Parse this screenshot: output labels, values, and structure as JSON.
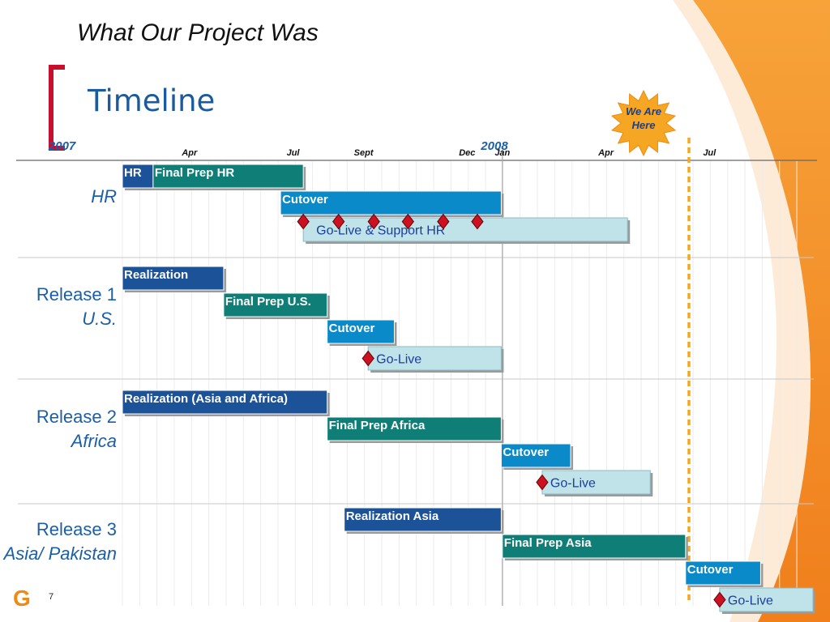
{
  "slide": {
    "title": "What Our Project Was",
    "subtitle": "Timeline",
    "page_number": "7",
    "logo_letter": "G",
    "accent_colors": {
      "orange": "#f28a1e",
      "bracket_red": "#c8102e",
      "title_blue": "#1b5a9c"
    }
  },
  "marker": {
    "label": "We Are\nHere",
    "position": "2008-06-13",
    "color": "#f5a623"
  },
  "rows": [
    {
      "id": "hr",
      "line1": "HR",
      "line2": ""
    },
    {
      "id": "release1",
      "line1": "Release 1",
      "line2": "U.S."
    },
    {
      "id": "release2",
      "line1": "Release 2",
      "line2": "Africa"
    },
    {
      "id": "release3",
      "line1": "Release 3",
      "line2": "Asia/ Pakistan"
    }
  ],
  "chart_data": {
    "type": "gantt",
    "title": "Timeline",
    "year_labels": [
      {
        "label": "2007",
        "date": "2006-12-10"
      },
      {
        "label": "2008",
        "date": "2007-12-25"
      }
    ],
    "month_labels": [
      {
        "label": "Apr",
        "date": "2007-04-01"
      },
      {
        "label": "Jul",
        "date": "2007-07-01"
      },
      {
        "label": "Sept",
        "date": "2007-09-01"
      },
      {
        "label": "Dec",
        "date": "2007-12-01"
      },
      {
        "label": "Jan",
        "date": "2008-01-01"
      },
      {
        "label": "Apr",
        "date": "2008-04-01"
      },
      {
        "label": "Jul",
        "date": "2008-07-01"
      }
    ],
    "x_range": [
      "2007-02-01",
      "2008-09-30"
    ],
    "year_boundary": "2008-01-01",
    "colors": {
      "darkblue": "#1c5298",
      "teal": "#0f7e77",
      "blue": "#0b8ac9",
      "light": "#bfe3e8",
      "diamond": "#cc1122"
    },
    "tasks": [
      {
        "row": "hr",
        "lane": 0,
        "label": "HR",
        "start": "2007-02-01",
        "end": "2007-02-28",
        "color": "darkblue"
      },
      {
        "row": "hr",
        "lane": 0,
        "label": "Final Prep HR",
        "start": "2007-02-28",
        "end": "2007-07-10",
        "color": "teal"
      },
      {
        "row": "hr",
        "lane": 1,
        "label": "Cutover",
        "start": "2007-06-20",
        "end": "2007-12-31",
        "color": "blue"
      },
      {
        "row": "hr",
        "lane": 2,
        "label": "Go-Live & Support HR",
        "start": "2007-07-10",
        "end": "2008-04-20",
        "color": "light"
      },
      {
        "row": "release1",
        "lane": 0,
        "label": "Realization",
        "start": "2007-02-01",
        "end": "2007-05-01",
        "color": "darkblue"
      },
      {
        "row": "release1",
        "lane": 1,
        "label": "Final Prep U.S.",
        "start": "2007-05-01",
        "end": "2007-07-31",
        "color": "teal"
      },
      {
        "row": "release1",
        "lane": 2,
        "label": "Cutover",
        "start": "2007-07-31",
        "end": "2007-09-28",
        "color": "blue"
      },
      {
        "row": "release1",
        "lane": 3,
        "label": "Go-Live",
        "start": "2007-09-05",
        "end": "2007-12-31",
        "color": "light"
      },
      {
        "row": "release2",
        "lane": 0,
        "label": "Realization (Asia and Africa)",
        "start": "2007-02-01",
        "end": "2007-07-31",
        "color": "darkblue"
      },
      {
        "row": "release2",
        "lane": 1,
        "label": "Final Prep Africa",
        "start": "2007-07-31",
        "end": "2007-12-31",
        "color": "teal"
      },
      {
        "row": "release2",
        "lane": 2,
        "label": "Cutover",
        "start": "2007-12-31",
        "end": "2008-03-01",
        "color": "blue"
      },
      {
        "row": "release2",
        "lane": 3,
        "label": "Go-Live",
        "start": "2008-02-05",
        "end": "2008-05-10",
        "color": "light"
      },
      {
        "row": "release3",
        "lane": 0,
        "label": "Realization Asia",
        "start": "2007-08-15",
        "end": "2007-12-31",
        "color": "darkblue"
      },
      {
        "row": "release3",
        "lane": 1,
        "label": "Final Prep Asia",
        "start": "2008-01-01",
        "end": "2008-06-10",
        "color": "teal"
      },
      {
        "row": "release3",
        "lane": 2,
        "label": "Cutover",
        "start": "2008-06-10",
        "end": "2008-08-15",
        "color": "blue"
      },
      {
        "row": "release3",
        "lane": 3,
        "label": "Go-Live",
        "start": "2008-07-10",
        "end": "2008-09-30",
        "color": "light"
      }
    ],
    "milestones": [
      {
        "row": "hr",
        "lane": 1.7,
        "date": "2007-07-10"
      },
      {
        "row": "hr",
        "lane": 1.7,
        "date": "2007-08-10"
      },
      {
        "row": "hr",
        "lane": 1.7,
        "date": "2007-09-10"
      },
      {
        "row": "hr",
        "lane": 1.7,
        "date": "2007-10-10"
      },
      {
        "row": "hr",
        "lane": 1.7,
        "date": "2007-11-10"
      },
      {
        "row": "hr",
        "lane": 1.7,
        "date": "2007-12-10"
      },
      {
        "row": "release1",
        "lane": 3,
        "date": "2007-09-05"
      },
      {
        "row": "release2",
        "lane": 3,
        "date": "2008-02-05"
      },
      {
        "row": "release3",
        "lane": 3,
        "date": "2008-07-10"
      }
    ]
  }
}
